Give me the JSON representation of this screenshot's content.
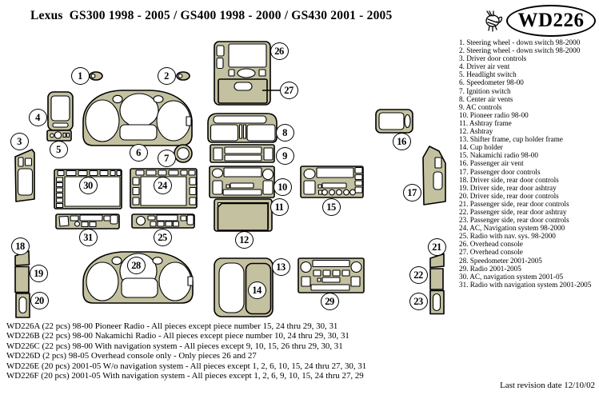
{
  "title": "Lexus  GS300 1998 - 2005 / GS400 1998 - 2000 / GS430 2001 - 2005",
  "logo": {
    "code": "WD226",
    "icon": "bee-icon"
  },
  "diagram": {
    "callouts": [
      "1",
      "2",
      "3",
      "4",
      "5",
      "6",
      "7",
      "8",
      "9",
      "10",
      "11",
      "12",
      "13",
      "14",
      "15",
      "16",
      "17",
      "18",
      "19",
      "20",
      "21",
      "22",
      "23",
      "24",
      "25",
      "26",
      "27",
      "28",
      "29",
      "30",
      "31"
    ]
  },
  "parts_list": {
    "items": [
      "1. Steering wheel - down switch 98-2000",
      "2. Steering wheel - down switch 98-2000",
      "3. Driver door controls",
      "4. Driver air vent",
      "5. Headlight switch",
      "6. Speedometer 98-00",
      "7. Ignition switch",
      "8. Center air vents",
      "9. AC controls",
      "10. Pioneer radio 98-00",
      "11. Ashtray frame",
      "12. Ashtray",
      "13. Shifter frame, cup holder frame",
      "14. Cup holder",
      "15. Nakamichi radio 98-00",
      "16. Passenger air vent",
      "17. Passenger door controls",
      "18. Driver side, rear door controls",
      "19. Driver side, rear door ashtray",
      "20. Driver side, rear door controls",
      "21. Passenger side, rear door controls",
      "22. Passenger side, rear door ashtray",
      "23. Passenger side, rear door controls",
      "24. AC, Navigation system 98-2000",
      "25. Radio with nav. sys. 98-2000",
      "26. Overhead console",
      "27. Overhead console",
      "28. Speedometer 2001-2005",
      "29. Radio 2001-2005",
      "30. AC, navigation system 2001-05",
      "31. Radio with navigation system 2001-2005"
    ]
  },
  "kits": {
    "lines": [
      "WD226A (22 pcs) 98-00 Pioneer Radio - All pieces except piece number 15, 24 thru 29, 30, 31",
      "WD226B (22 pcs) 98-00 Nakamichi Radio - All pieces except piece number 10, 24 thru 29, 30, 31",
      "WD226C (22 pcs) 98-00 With navigation system - All pieces except 9, 10, 15, 26 thru 29, 30, 31",
      "WD226D (2 pcs) 98-05 Overhead console only - Only pieces 26 and 27",
      "WD226E (20 pcs) 2001-05 W/o navigation system - All pieces except 1, 2, 6, 10, 15, 24 thru 27, 30, 31",
      "WD226F (20 pcs) 2001-05 With navigation system - All pieces except 1, 2, 6, 9, 10, 15, 24 thru 27, 29"
    ]
  },
  "revision": "Last revision date 12/10/02",
  "colors": {
    "piece_fill": "#C4C1A0",
    "outline": "#000000",
    "background": "#FFFFFF"
  }
}
